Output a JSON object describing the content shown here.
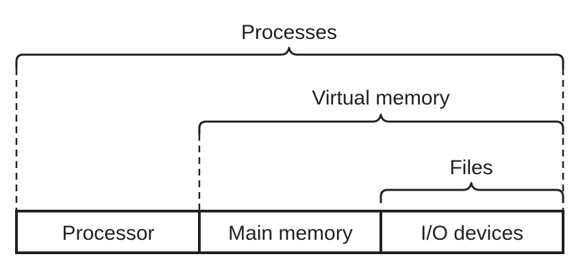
{
  "brackets": {
    "processes": "Processes",
    "virtual_memory": "Virtual memory",
    "files": "Files"
  },
  "hardware": {
    "processor": "Processor",
    "main_memory": "Main memory",
    "io_devices": "I/O devices"
  },
  "colors": {
    "ink": "#231f20",
    "background": "#ffffff"
  }
}
